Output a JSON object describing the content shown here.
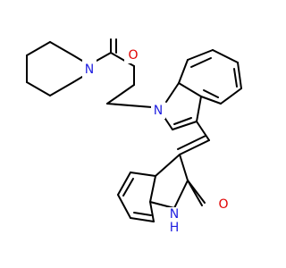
{
  "colors": {
    "bond": "#000000",
    "nitrogen": "#1f1fe0",
    "oxygen": "#e00000"
  },
  "atoms": {
    "n_piperidine": {
      "text": "N",
      "color": "nitrogen"
    },
    "o_amide": {
      "text": "O",
      "color": "oxygen"
    },
    "n_indole": {
      "text": "N",
      "color": "nitrogen"
    },
    "o_oxindole": {
      "text": "O",
      "color": "oxygen"
    },
    "nh_oxindole": {
      "text": "N",
      "color": "nitrogen"
    },
    "h_oxindole": {
      "text": "H",
      "color": "nitrogen"
    }
  }
}
